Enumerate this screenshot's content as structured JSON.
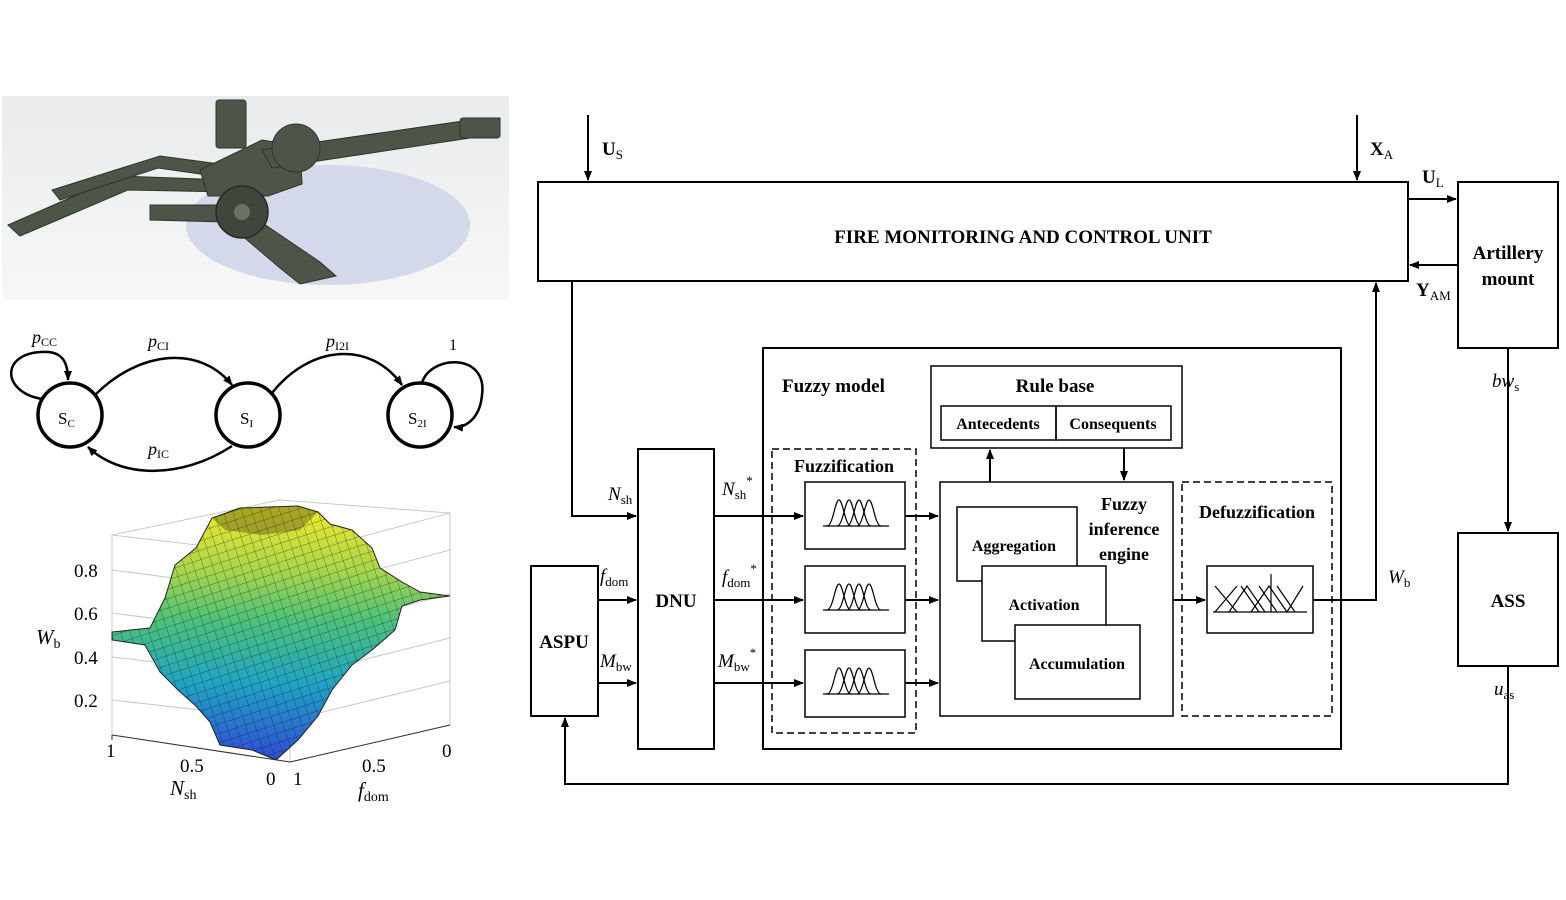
{
  "state_diagram": {
    "states": {
      "c": {
        "main": "S",
        "sub": "C"
      },
      "i": {
        "main": "S",
        "sub": "I"
      },
      "i2": {
        "main": "S",
        "sub": "2I"
      }
    },
    "transitions": {
      "cc": {
        "main": "p",
        "sub": "CC"
      },
      "ci": {
        "main": "p",
        "sub": "CI"
      },
      "ic": {
        "main": "p",
        "sub": "IC"
      },
      "i2i": {
        "main": "p",
        "sub": "I2I"
      },
      "self_i2": "1"
    }
  },
  "surface_plot": {
    "z_label": {
      "main": "W",
      "sub": "b"
    },
    "x_label": {
      "main": "N",
      "sub": "sh"
    },
    "y_label": {
      "main": "f",
      "sub": "dom"
    },
    "z_ticks": [
      "0.8",
      "0.6",
      "0.4",
      "0.2"
    ],
    "x_ticks": [
      "1",
      "0.5",
      "0"
    ],
    "y_ticks": [
      "1",
      "0.5",
      "0"
    ]
  },
  "block_diagram": {
    "fire_unit": "FIRE MONITORING AND CONTROL UNIT",
    "artillery": {
      "line1": "Artillery",
      "line2": "mount"
    },
    "ass": "ASS",
    "aspu": "ASPU",
    "dnu": "DNU",
    "fuzzy_model": "Fuzzy model",
    "rule_base": "Rule base",
    "antecedents": "Antecedents",
    "consequents": "Consequents",
    "fuzzification": "Fuzzification",
    "fie": {
      "line1": "Fuzzy",
      "line2": "inference",
      "line3": "engine"
    },
    "aggregation": "Aggregation",
    "activation": "Activation",
    "accumulation": "Accumulation",
    "defuzzification": "Defuzzification",
    "signals": {
      "us": {
        "main": "U",
        "sub": "S"
      },
      "xa": {
        "main": "X",
        "sub": "A"
      },
      "ul": {
        "main": "U",
        "sub": "L"
      },
      "yam": {
        "main": "Y",
        "sub": "AM"
      },
      "bws": {
        "main": "bw",
        "sub": "s"
      },
      "uas": {
        "main": "u",
        "sub": "as"
      },
      "wb": {
        "main": "W",
        "sub": "b"
      },
      "nsh": {
        "main": "N",
        "sub": "sh"
      },
      "fdom": {
        "main": "f",
        "sub": "dom"
      },
      "mbw": {
        "main": "M",
        "sub": "bw"
      },
      "nsh_star": {
        "main": "N",
        "sub": "sh",
        "sup": "*"
      },
      "fdom_star": {
        "main": "f",
        "sub": "dom",
        "sup": "*"
      },
      "mbw_star": {
        "main": "M",
        "sub": "bw",
        "sup": "*"
      }
    }
  }
}
